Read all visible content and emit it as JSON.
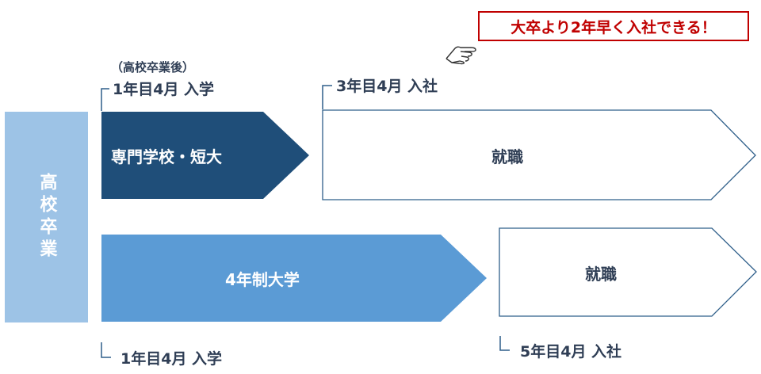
{
  "callout": {
    "text": "大卒より2年早く入社できる！",
    "icon": "pointing-hand-icon"
  },
  "high_school_grad": "高校卒業",
  "senmon_row": {
    "note": "（高校卒業後）",
    "enroll_label": "1年目4月 入学",
    "school_label": "専門学校・短大",
    "entry_label": "3年目4月 入社",
    "job_label": "就職"
  },
  "university_row": {
    "school_label": "4年制大学",
    "enroll_label": "1年目4月 入学",
    "job_label": "就職",
    "entry_label": "5年目4月 入社"
  },
  "colors": {
    "dark_navy": "#1f4e79",
    "mid_blue": "#5b9bd5",
    "light_blue": "#9dc3e6",
    "outline": "#2f5f8a",
    "callout_red": "#c00000"
  }
}
